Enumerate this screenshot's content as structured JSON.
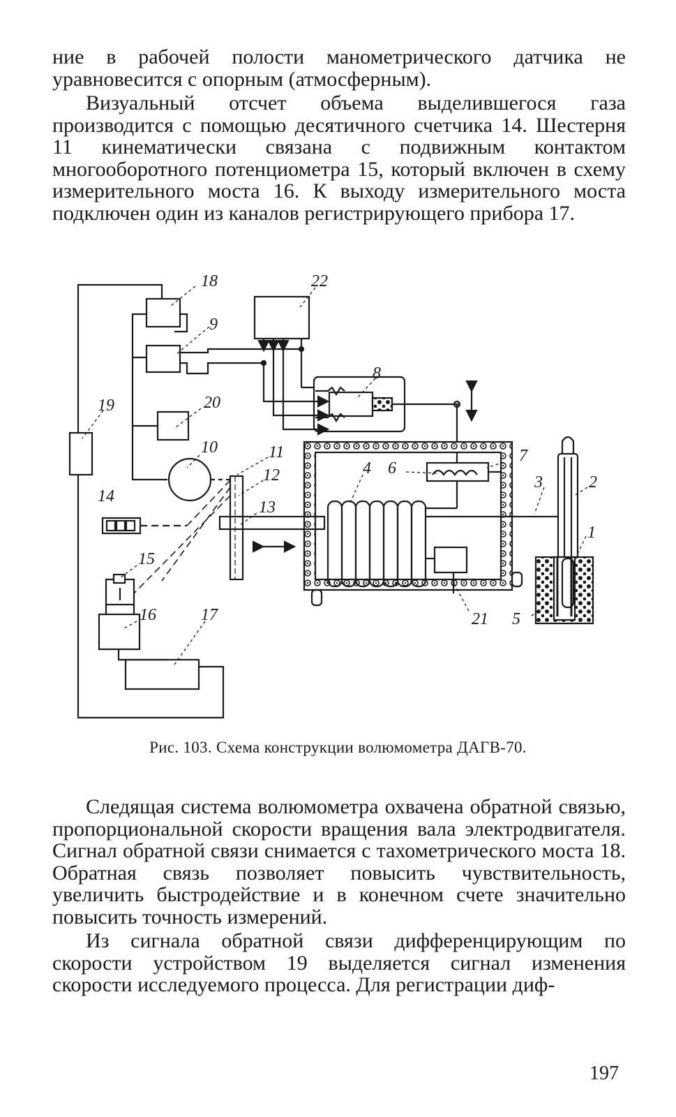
{
  "top_paragraphs": [
    "ние в рабочей полости манометрического датчика не уравновесится с опорным (атмосферным).",
    "Визуальный отсчет объема выделившегося газа производится с помощью десятичного счетчика 14. Шестерня 11 кинематически связана с подвижным контактом многооборотного потенциометра 15, который включен в схему измерительного моста 16. К выходу измерительного моста подключен один из каналов регистрирующего прибора 17."
  ],
  "figure": {
    "labels": {
      "l1": "1",
      "l2": "2",
      "l3": "3",
      "l4": "4",
      "l5": "5",
      "l6": "6",
      "l7": "7",
      "l8": "8",
      "l9": "9",
      "l10": "10",
      "l11": "11",
      "l12": "12",
      "l13": "13",
      "l14": "14",
      "l15": "15",
      "l16": "16",
      "l17": "17",
      "l18": "18",
      "l19": "19",
      "l20": "20",
      "l21": "21",
      "l22": "22"
    },
    "caption": "Рис. 103. Схема конструкции волюмометра ДАГВ-70."
  },
  "bottom_paragraphs": [
    "Следящая система волюмометра охвачена обратной связью, пропорциональной скорости вращения вала электродвигателя. Сигнал обратной связи снимается с тахометрического моста 18. Обратная связь позволяет повысить чувствительность, увеличить быстродействие и в конечном счете значительно повысить точность измерений.",
    "Из сигнала обратной связи дифференцирующим по скорости устройством 19 выделяется сигнал изменения скорости исследуемого процесса. Для регистрации диф-"
  ],
  "page_number": "197"
}
